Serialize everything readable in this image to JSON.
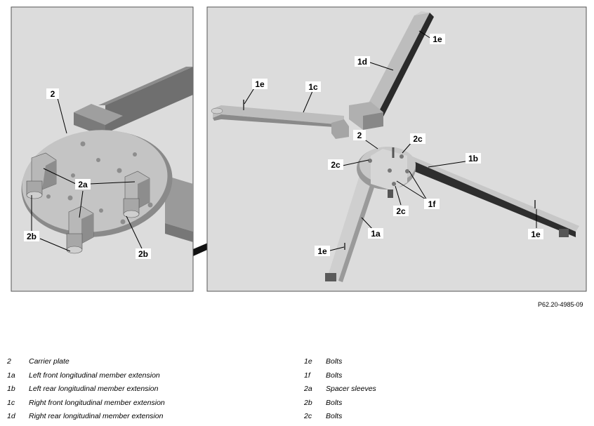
{
  "figure_id": "P62.20-4985-09",
  "callouts": {
    "left_2": "2",
    "left_2a": "2a",
    "left_2b_1": "2b",
    "left_2b_2": "2b",
    "right_1e_top": "1e",
    "right_1d": "1d",
    "right_1e_mid": "1e",
    "right_1c": "1c",
    "right_2": "2",
    "right_2c_top": "2c",
    "right_1b": "1b",
    "right_2c_left": "2c",
    "right_1f": "1f",
    "right_2c_bottom": "2c",
    "right_1a": "1a",
    "right_1e_right": "1e",
    "right_1e_left": "1e"
  },
  "legend_left": [
    {
      "code": "2",
      "desc": "Carrier plate"
    },
    {
      "code": "1a",
      "desc": "Left front longitudinal member extension"
    },
    {
      "code": "1b",
      "desc": "Left rear longitudinal member extension"
    },
    {
      "code": "1c",
      "desc": "Right front longitudinal member extension"
    },
    {
      "code": "1d",
      "desc": "Right rear longitudinal member extension"
    }
  ],
  "legend_right": [
    {
      "code": "1e",
      "desc": "Bolts"
    },
    {
      "code": "1f",
      "desc": "Bolts"
    },
    {
      "code": "2a",
      "desc": "Spacer sleeves"
    },
    {
      "code": "2b",
      "desc": "Bolts"
    },
    {
      "code": "2c",
      "desc": "Bolts"
    }
  ],
  "colors": {
    "panel_bg": "#dcdcdc",
    "panel_border": "#555555",
    "metal_light": "#cdcdcd",
    "metal_mid": "#a9a9a9",
    "metal_dark": "#6e6e6e"
  }
}
